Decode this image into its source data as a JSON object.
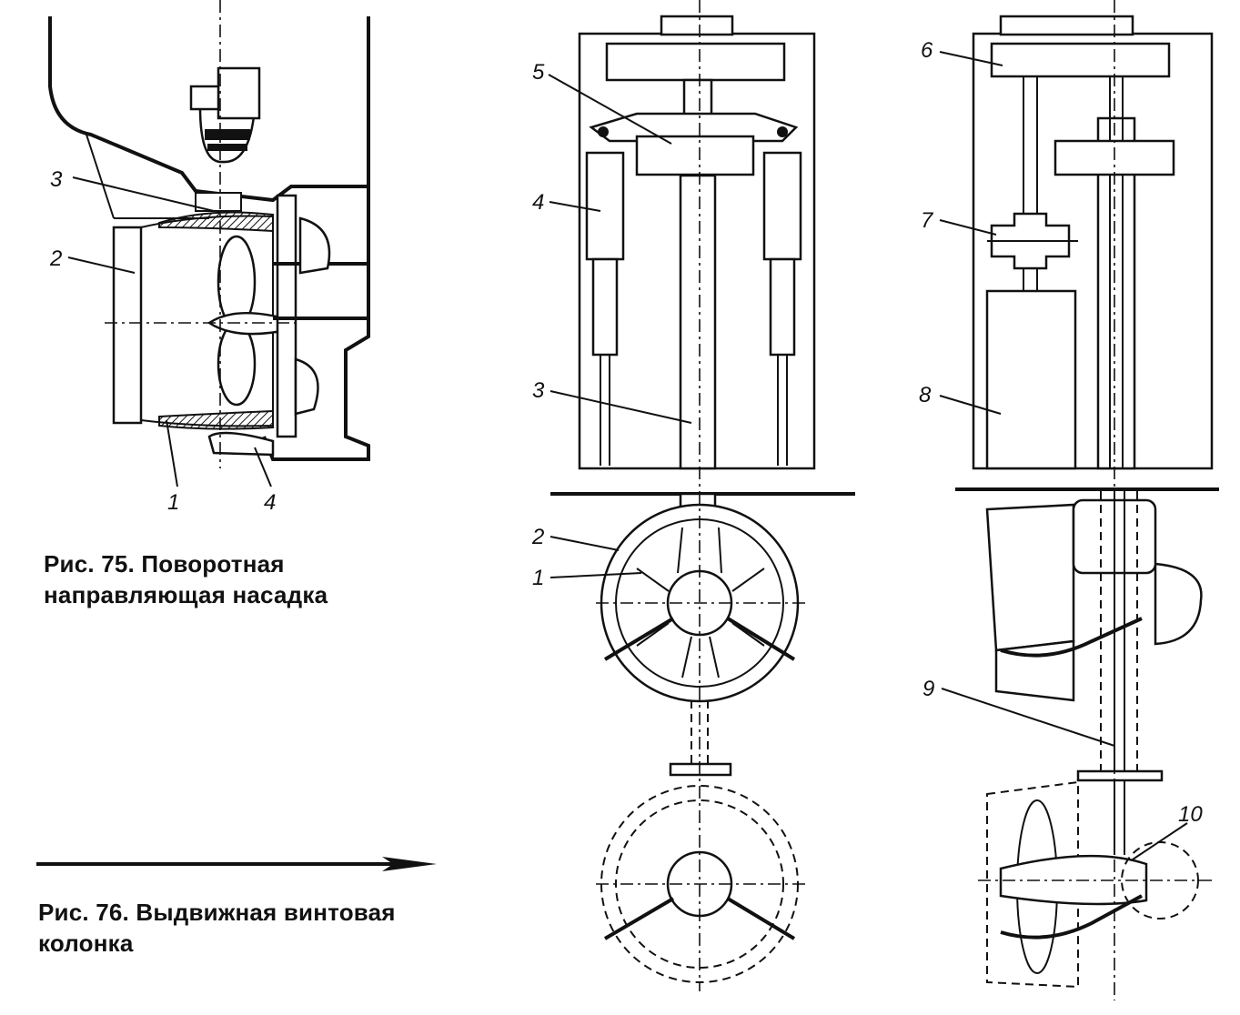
{
  "fig75": {
    "caption_line1": "Рис. 75. Поворотная",
    "caption_line2": "направляющая насадка",
    "labels": [
      "1",
      "2",
      "3",
      "4"
    ]
  },
  "fig76": {
    "caption_line1": "Рис. 76. Выдвижная винтовая",
    "caption_line2": "колонка",
    "labels": [
      "1",
      "2",
      "3",
      "4",
      "5",
      "6",
      "7",
      "8",
      "9",
      "10"
    ]
  }
}
